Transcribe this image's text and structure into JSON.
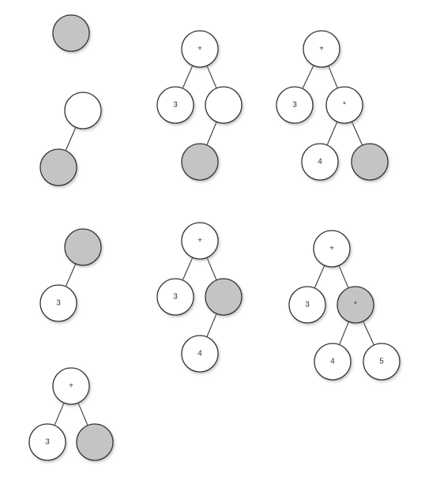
{
  "colors": {
    "current_node": "#c4c4c4",
    "node": "#ffffff",
    "stroke": "#333333",
    "edge": "#444444",
    "shadow": "#cfcfcf"
  },
  "trees": [
    {
      "step": 1,
      "nodes": [
        {
          "id": "a",
          "label": "",
          "current": true
        }
      ],
      "edges": []
    },
    {
      "step": 2,
      "nodes": [
        {
          "id": "a",
          "label": "",
          "current": false
        },
        {
          "id": "b",
          "label": "",
          "current": true
        }
      ],
      "edges": [
        [
          "a",
          "b"
        ]
      ]
    },
    {
      "step": 3,
      "nodes": [
        {
          "id": "a",
          "label": "",
          "current": true
        },
        {
          "id": "b",
          "label": "3",
          "current": false
        }
      ],
      "edges": [
        [
          "a",
          "b"
        ]
      ]
    },
    {
      "step": 4,
      "nodes": [
        {
          "id": "a",
          "label": "+",
          "current": false
        },
        {
          "id": "b",
          "label": "3",
          "current": false
        },
        {
          "id": "c",
          "label": "",
          "current": true
        }
      ],
      "edges": [
        [
          "a",
          "b"
        ],
        [
          "a",
          "c"
        ]
      ]
    },
    {
      "step": 5,
      "nodes": [
        {
          "id": "a",
          "label": "+",
          "current": false
        },
        {
          "id": "b",
          "label": "3",
          "current": false
        },
        {
          "id": "c",
          "label": "",
          "current": false
        },
        {
          "id": "d",
          "label": "",
          "current": true
        }
      ],
      "edges": [
        [
          "a",
          "b"
        ],
        [
          "a",
          "c"
        ],
        [
          "c",
          "d"
        ]
      ]
    },
    {
      "step": 6,
      "nodes": [
        {
          "id": "a",
          "label": "+",
          "current": false
        },
        {
          "id": "b",
          "label": "3",
          "current": false
        },
        {
          "id": "c",
          "label": "",
          "current": true
        },
        {
          "id": "d",
          "label": "4",
          "current": false
        }
      ],
      "edges": [
        [
          "a",
          "b"
        ],
        [
          "a",
          "c"
        ],
        [
          "c",
          "d"
        ]
      ]
    },
    {
      "step": 7,
      "nodes": [
        {
          "id": "a",
          "label": "+",
          "current": false
        },
        {
          "id": "b",
          "label": "3",
          "current": false
        },
        {
          "id": "c",
          "label": "*",
          "current": false
        },
        {
          "id": "d",
          "label": "4",
          "current": false
        },
        {
          "id": "e",
          "label": "",
          "current": true
        }
      ],
      "edges": [
        [
          "a",
          "b"
        ],
        [
          "a",
          "c"
        ],
        [
          "c",
          "d"
        ],
        [
          "c",
          "e"
        ]
      ]
    },
    {
      "step": 8,
      "nodes": [
        {
          "id": "a",
          "label": "+",
          "current": false
        },
        {
          "id": "b",
          "label": "3",
          "current": false
        },
        {
          "id": "c",
          "label": "*",
          "current": true
        },
        {
          "id": "d",
          "label": "4",
          "current": false
        },
        {
          "id": "e",
          "label": "5",
          "current": false
        }
      ],
      "edges": [
        [
          "a",
          "b"
        ],
        [
          "a",
          "c"
        ],
        [
          "c",
          "d"
        ],
        [
          "c",
          "e"
        ]
      ]
    }
  ]
}
